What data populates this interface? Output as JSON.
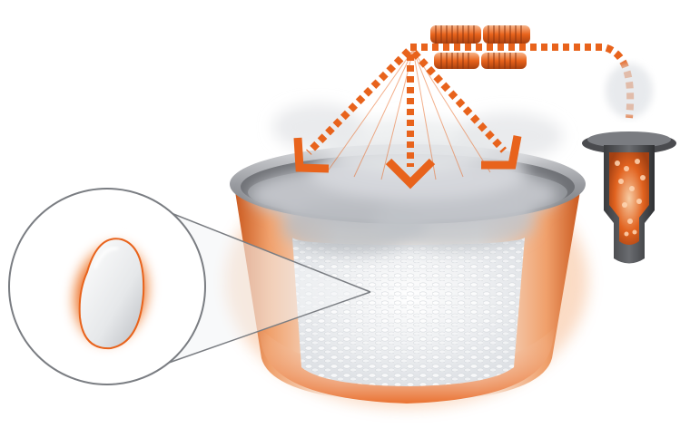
{
  "diagram": {
    "labels": [],
    "components": {
      "pot": "rice-cooker-inner-pot",
      "heater": "coil-heater",
      "steam_cap": "steam-cap",
      "grain": "rice-grain-closeup"
    },
    "steam_arrow_count": 3,
    "colors": {
      "heat_orange": "#e8631c",
      "heat_glow": "#f39a5a",
      "pot_metal": "#8a8d92",
      "rice": "#f4f5f7",
      "steam": "#cfd3d8",
      "outline": "#7a7d82"
    }
  }
}
